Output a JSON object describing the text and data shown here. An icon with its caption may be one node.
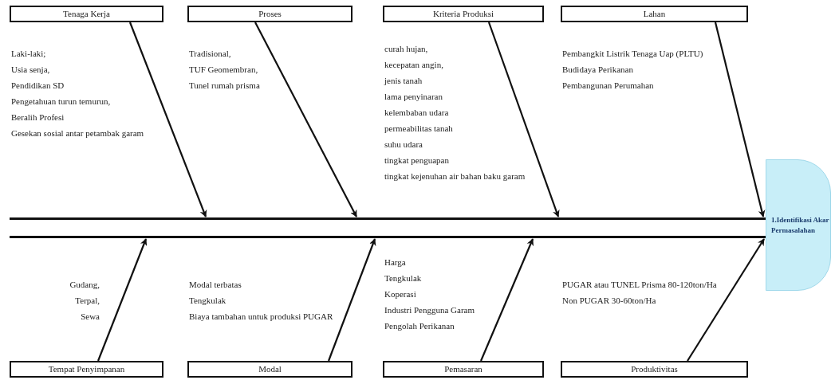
{
  "diagram": {
    "nodes": [
      {
        "text": [
          "Tenaga Kerja"
        ],
        "beside": [
          "Laki-laki;",
          "Usia senja,",
          "Pendidikan SD",
          "Pengetahuan turun temurun,",
          "Beralih Profesi",
          "Gesekan sosial antar petambak garam"
        ]
      },
      {
        "text": [
          "Proses"
        ],
        "beside": [
          "Tradisional,",
          "TUF Geomembran,",
          "Tunel rumah prisma"
        ]
      },
      {
        "text": [
          "Kriteria Produksi"
        ],
        "beside": [
          "curah hujan,",
          "kecepatan angin,",
          "jenis tanah",
          "lama penyinaran",
          "kelembaban udara",
          "permeabilitas tanah",
          "suhu udara",
          "tingkat penguapan",
          "tingkat kejenuhan air bahan baku garam"
        ]
      },
      {
        "text": [
          "Lahan"
        ],
        "beside": [
          "Pembangkit Listrik Tenaga Uap (PLTU)",
          "Budidaya Perikanan",
          "Pembangunan Perumahan"
        ]
      },
      {
        "text": [],
        "shape": "bar"
      },
      {
        "text": [],
        "shape": "bar"
      },
      {
        "text": [
          "1.Identifikasi Akar Permasalahan"
        ]
      },
      {
        "text": [
          "Tempat Penyimpanan"
        ],
        "beside": [
          "Gudang,",
          "Terpal,",
          "Sewa"
        ]
      },
      {
        "text": [
          "Modal"
        ],
        "beside": [
          "Modal terbatas",
          "Tengkulak",
          "Biaya tambahan untuk produksi PUGAR"
        ]
      },
      {
        "text": [
          "Pemasaran"
        ],
        "beside": [
          "Harga",
          "Tengkulak",
          "Koperasi",
          "Industri Pengguna Garam",
          "Pengolah Perikanan"
        ]
      },
      {
        "text": [
          "Produktivitas"
        ],
        "beside": [
          "PUGAR atau TUNEL Prisma 80-120ton/Ha",
          "Non PUGAR 30-60ton/Ha"
        ]
      }
    ],
    "edges": [
      {
        "from": 0,
        "to": 4,
        "arrow": "to"
      },
      {
        "from": 1,
        "to": 4,
        "arrow": "to"
      },
      {
        "from": 2,
        "to": 4,
        "arrow": "to"
      },
      {
        "from": 3,
        "to": 4,
        "arrow": "to"
      },
      {
        "from": 7,
        "to": 5,
        "arrow": "to"
      },
      {
        "from": 8,
        "to": 5,
        "arrow": "to"
      },
      {
        "from": 9,
        "to": 5,
        "arrow": "to"
      },
      {
        "from": 10,
        "to": 5,
        "arrow": "to"
      }
    ]
  }
}
